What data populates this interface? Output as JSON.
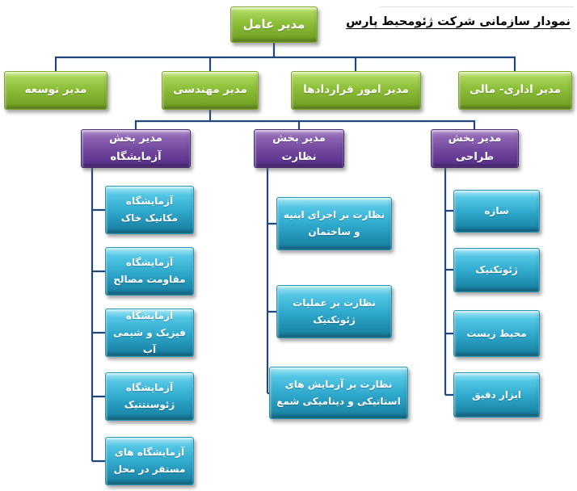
{
  "page_title": "نمودار سازمانی شرکت ژئومحیط پارس",
  "org": {
    "ceo": "مدير عامل",
    "managers": {
      "development": "مدير توسعه",
      "engineering": "مدير مهندسی",
      "contracts": "مدير امور قراردادها",
      "admin_finance": "مدير اداری- مالی"
    },
    "sections": {
      "laboratory": "مدير بخش آزمايشگاه",
      "supervision": "مدير بخش نظارت",
      "design": "مدير بخش طراحی"
    },
    "laboratory_units": [
      "آزمايشگاه مکانيک خاک",
      "آزمايشگاه مقاومت مصالح",
      "آزمايشگاه فيزيک و شيمی آب",
      "آزمايشگاه ژئوسنتتيک",
      "آزمايشگاه های مستقر در محل"
    ],
    "supervision_units": [
      "نظارت بر اجرای ابنيه و ساختمان",
      "نظارت بر عمليات ژئوتکنيک",
      "نظارت بر آزمايش های استاتيکی و ديناميکی شمع"
    ],
    "design_units": [
      "سازه",
      "ژئوتکنيک",
      "محيط زيست",
      "ابزار دقيق"
    ]
  },
  "colors": {
    "connector": "#1f497d",
    "level_executive_green": "#8cbe37",
    "level_section_purple": "#7448a0",
    "level_unit_teal": "#2fa9cd"
  }
}
